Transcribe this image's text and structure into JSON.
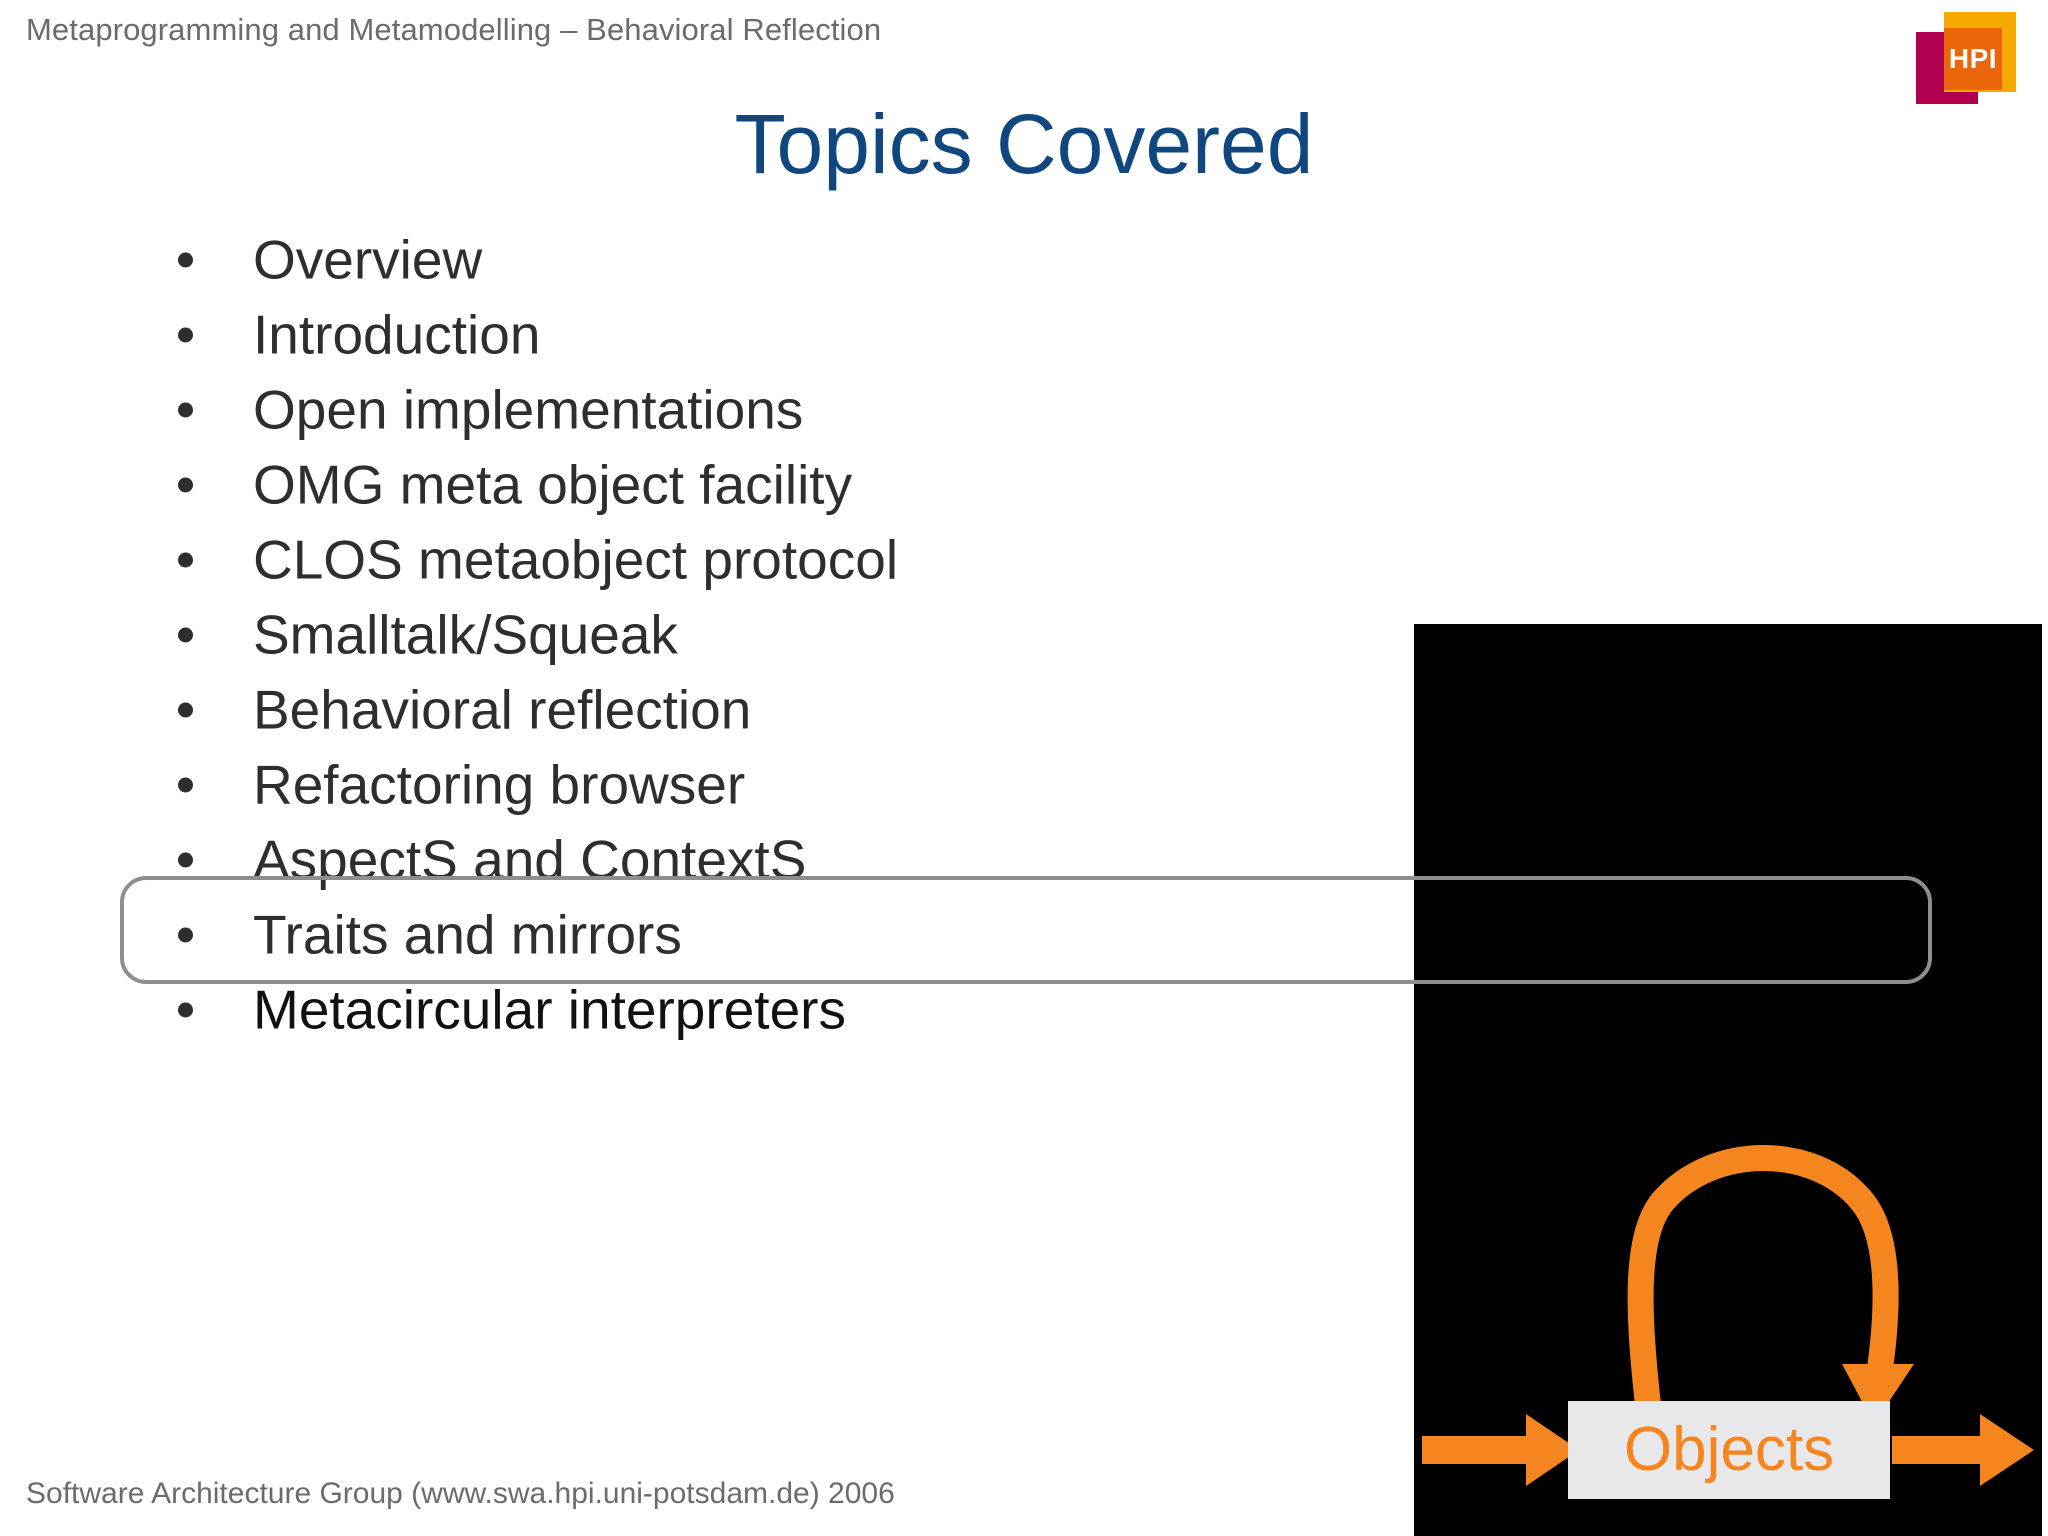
{
  "header": {
    "title": "Metaprogramming and Metamodelling – Behavioral Reflection"
  },
  "logo": {
    "text": "HPI",
    "colors": {
      "crimson": "#b0004e",
      "yellow": "#f5a800",
      "orange": "#eb6608"
    }
  },
  "slide": {
    "title": "Topics Covered",
    "title_color": "#11477f"
  },
  "bullets": [
    {
      "label": "Overview",
      "highlighted": false,
      "emphasis": false
    },
    {
      "label": "Introduction",
      "highlighted": false,
      "emphasis": false
    },
    {
      "label": "Open implementations",
      "highlighted": false,
      "emphasis": false
    },
    {
      "label": "OMG meta object facility",
      "highlighted": false,
      "emphasis": false
    },
    {
      "label": "CLOS metaobject protocol",
      "highlighted": false,
      "emphasis": false
    },
    {
      "label": "Smalltalk/Squeak",
      "highlighted": false,
      "emphasis": false
    },
    {
      "label": "Behavioral reflection",
      "highlighted": true,
      "emphasis": false
    },
    {
      "label": "Refactoring browser",
      "highlighted": false,
      "emphasis": false
    },
    {
      "label": "AspectS and ContextS",
      "highlighted": false,
      "emphasis": false
    },
    {
      "label": "Traits and mirrors",
      "highlighted": false,
      "emphasis": false
    },
    {
      "label": "Metacircular interpreters",
      "highlighted": false,
      "emphasis": true
    }
  ],
  "diagram": {
    "box_label": "Objects",
    "box_fill": "#e8e8ea",
    "accent_color": "#f5851f",
    "background": "#000000",
    "arrows": [
      {
        "name": "incoming-arrow",
        "direction": "right"
      },
      {
        "name": "outgoing-arrow",
        "direction": "right"
      },
      {
        "name": "self-loop-arrow",
        "direction": "loop"
      }
    ]
  },
  "footer": {
    "text": "Software Architecture Group (www.swa.hpi.uni-potsdam.de) 2006"
  }
}
